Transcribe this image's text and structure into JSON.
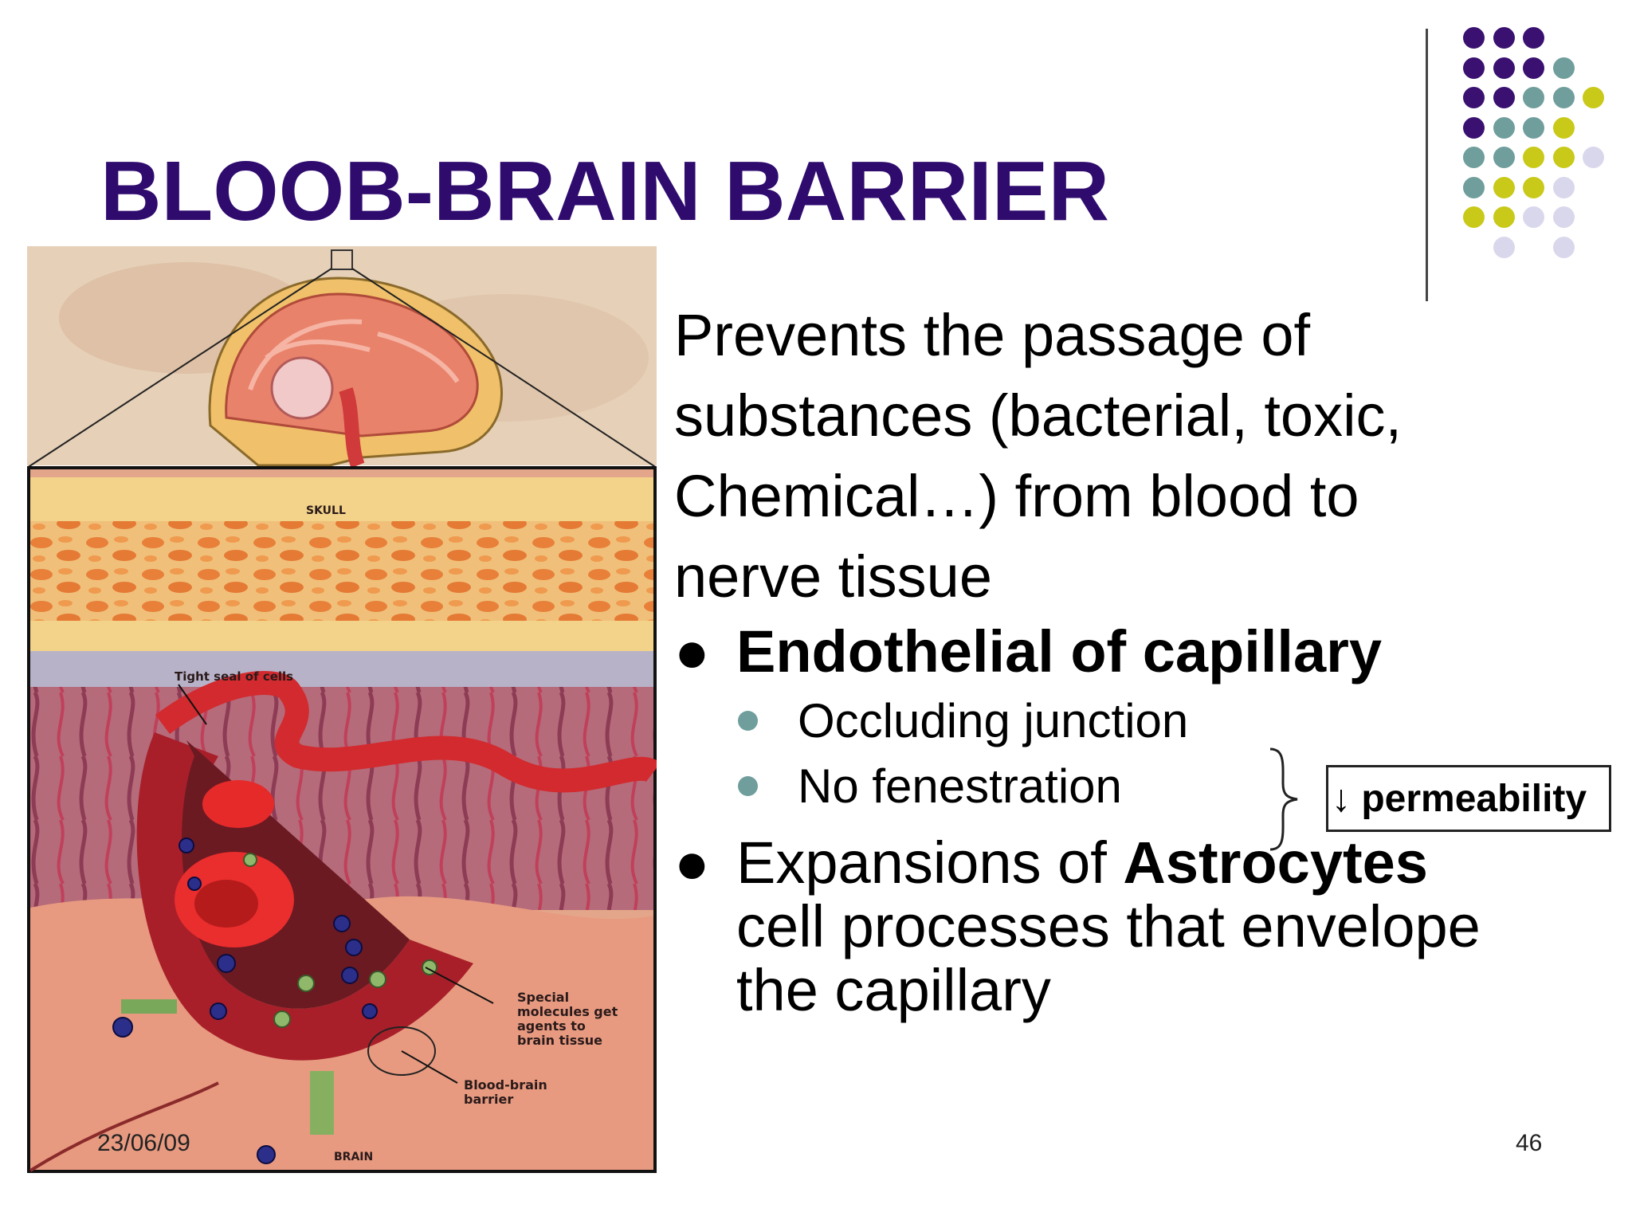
{
  "title": "BLOOB-BRAIN BARRIER",
  "intro": [
    "Prevents the passage of",
    "substances (bacterial, toxic,",
    "Chemical…) from blood to",
    "nerve tissue"
  ],
  "bullets": {
    "endothelial": "Endothelial of capillary",
    "sub1": "Occluding junction",
    "sub2": "No fenestration",
    "exp_pre": "Expansions of ",
    "exp_bold": "Astrocytes",
    "exp_line2": "cell processes that envelope",
    "exp_line3": "the capillary"
  },
  "permeability": "↓ permeability",
  "figure_labels": {
    "skull": "SKULL",
    "tight": "Tight seal of cells",
    "special": [
      "Special",
      "molecules get",
      "agents to",
      "brain tissue"
    ],
    "bbb": [
      "Blood-brain",
      "barrier"
    ],
    "brain": "BRAIN"
  },
  "footer": {
    "date": "23/06/09",
    "page": "46"
  },
  "colors": {
    "title": "#2f0b6e",
    "purple": "#3a1170",
    "teal": "#6f9e9c",
    "yellow": "#c9c91a",
    "lavender": "#d9d7ec"
  }
}
